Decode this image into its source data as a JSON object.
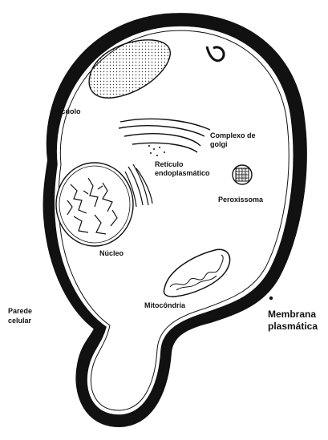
{
  "labels": {
    "vacuole": "Vacúolo",
    "golgi_line1": "Complexo de",
    "golgi_line2": "golgi",
    "er_line1": "Retículo",
    "er_line2": "endoplasmático",
    "peroxisome": "Peroxissoma",
    "nucleus": "Núcleo",
    "mitochondria": "Mitocôndria",
    "cell_wall_line1": "Parede",
    "cell_wall_line2": "celular",
    "membrane_line1": "Membrana",
    "membrane_line2": "plasmática"
  },
  "colors": {
    "ink": "#111111",
    "background": "#ffffff"
  }
}
